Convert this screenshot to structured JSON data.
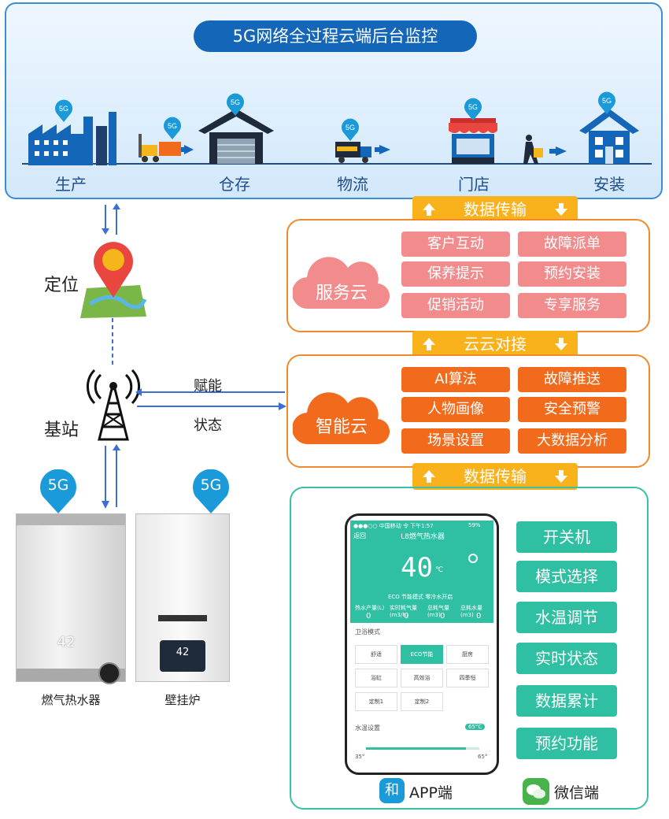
{
  "backend": {
    "title": "5G网络全过程云端后台监控",
    "badge": "5G",
    "stages": [
      "生产",
      "仓存",
      "物流",
      "门店",
      "安装"
    ]
  },
  "banners": {
    "data_transfer_1": "数据传输",
    "cloud_link": "云云对接",
    "data_transfer_2": "数据传输"
  },
  "service_cloud": {
    "label": "服务云",
    "items": [
      "客户互动",
      "故障派单",
      "保养提示",
      "预约安装",
      "促销活动",
      "专享服务"
    ]
  },
  "smart_cloud": {
    "label": "智能云",
    "items": [
      "AI算法",
      "故障推送",
      "人物画像",
      "安全预警",
      "场景设置",
      "大数据分析"
    ]
  },
  "network": {
    "location_label": "定位",
    "station_label": "基站",
    "empower_label": "赋能",
    "status_label": "状态",
    "badge": "5G"
  },
  "devices": {
    "heater_label": "燃气热水器",
    "boiler_label": "壁挂炉",
    "heater_display": "42",
    "boiler_display": "42"
  },
  "app": {
    "features": [
      "开关机",
      "模式选择",
      "水温调节",
      "实时状态",
      "数据累计",
      "预约功能"
    ],
    "app_label": "APP端",
    "wechat_label": "微信端",
    "app_icon_char": "和",
    "phone": {
      "status_left": "●●●○○ 中国移动 令",
      "status_time": "下午1:57",
      "status_right": "59%",
      "back": "返回",
      "title": "L8燃气热水器",
      "temp": "40",
      "unit": "℃",
      "mode_line": "ECO 节能模式    零冷水开启",
      "stats_labels": [
        "热水产量(L)",
        "实时耗气量(m3/h)",
        "总耗气量(m3)",
        "总耗水量(m3)"
      ],
      "stats_values": [
        "0",
        "0",
        "0",
        "0"
      ],
      "section_modes": "卫浴模式",
      "modes": [
        "舒适",
        "ECO节能",
        "厨房",
        "浴缸",
        "高效浴",
        "四季恒"
      ],
      "modes2": [
        "定制1",
        "定制2"
      ],
      "section_temp": "水温设置",
      "temp_badge": "65°C",
      "slider_min": "35°",
      "slider_max": "65°",
      "slider_level": 0.88
    }
  },
  "colors": {
    "backend_blue": "#1466b8",
    "banner_yellow": "#f9b21b",
    "service_pink": "#f28c8c",
    "smart_orange": "#f26b1d",
    "app_teal": "#2fbfa2"
  }
}
